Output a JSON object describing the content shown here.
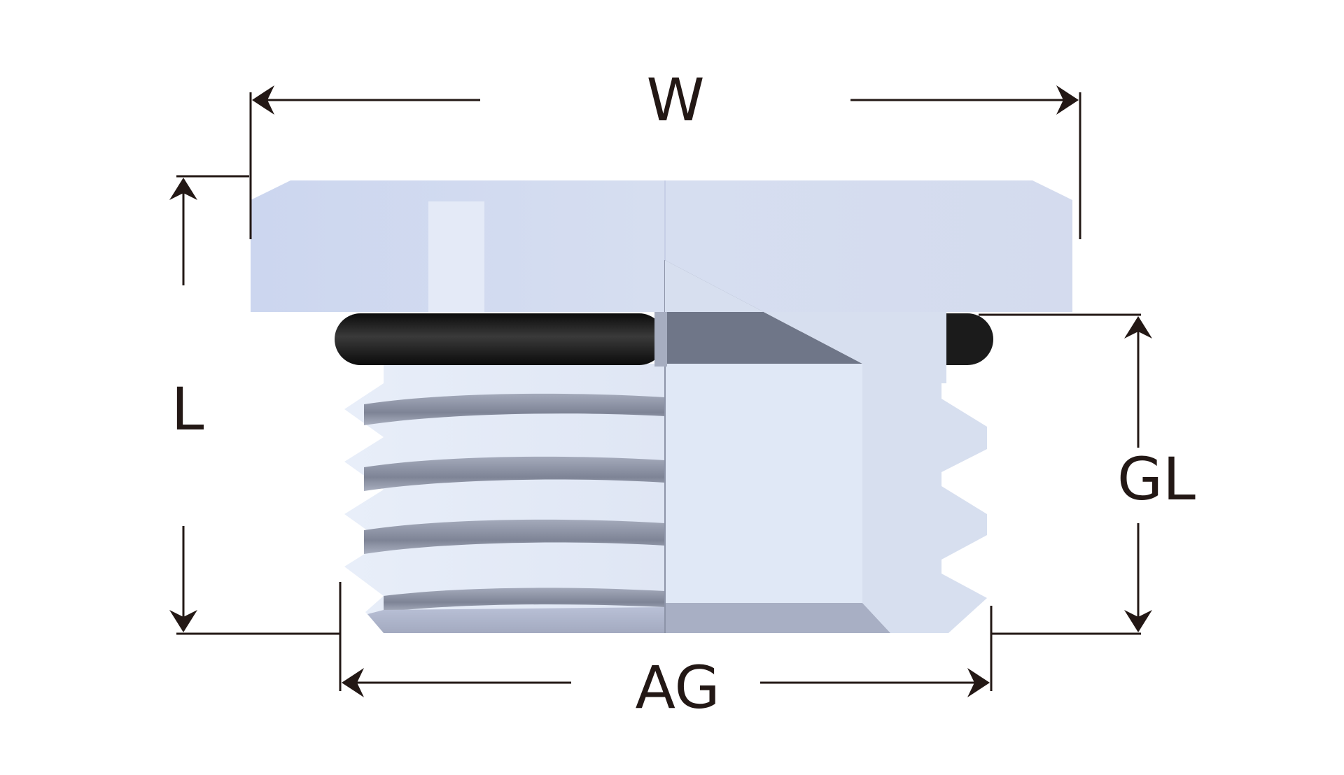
{
  "labels": {
    "w": "W",
    "l": "L",
    "gl": "GL",
    "ag": "AG"
  },
  "colors": {
    "ink": "#231815",
    "body_light": "#d4dcef",
    "body_mid": "#c9d3ea",
    "body_shadow": "#8d94a8",
    "seal": "#1a1a1a",
    "background": "#ffffff"
  }
}
